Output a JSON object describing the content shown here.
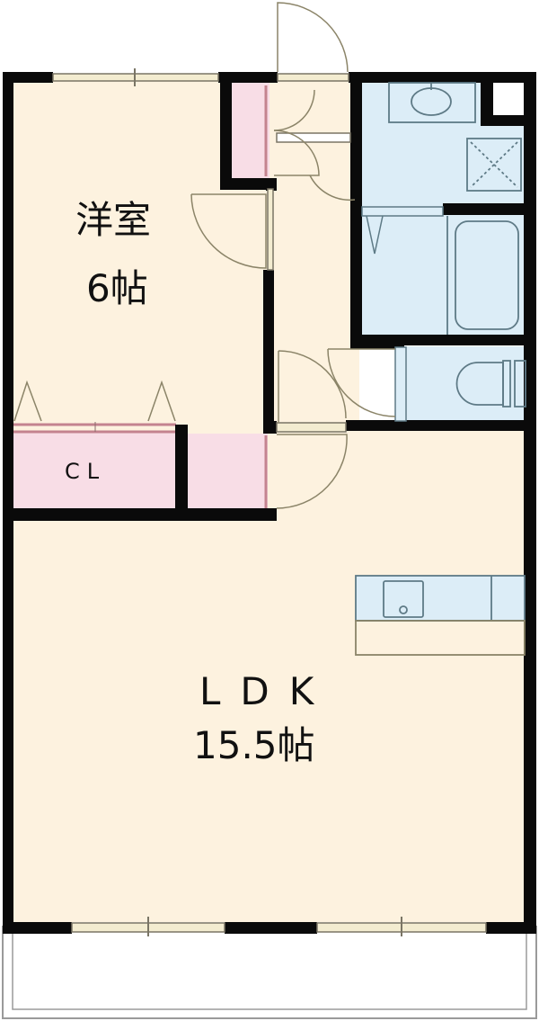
{
  "colors": {
    "floor": "#fdf2df",
    "wet_area": "#dcedf7",
    "storage": "#f8dde6",
    "storage_edge": "#c4838f",
    "wall": "#0a0a0a",
    "fixture_line": "#5e7a86",
    "door_line": "#8b8468",
    "balcony_line": "#9a9a9a"
  },
  "rooms": {
    "western_room": {
      "name": "洋室",
      "size": "6帖"
    },
    "closet": {
      "name": "CL"
    },
    "ldk": {
      "name": "LDK",
      "size": "15.5帖"
    }
  },
  "fixtures": [
    "washbasin",
    "washing-machine-pan",
    "bathtub",
    "toilet",
    "kitchen-sink",
    "entrance-door",
    "balcony"
  ]
}
